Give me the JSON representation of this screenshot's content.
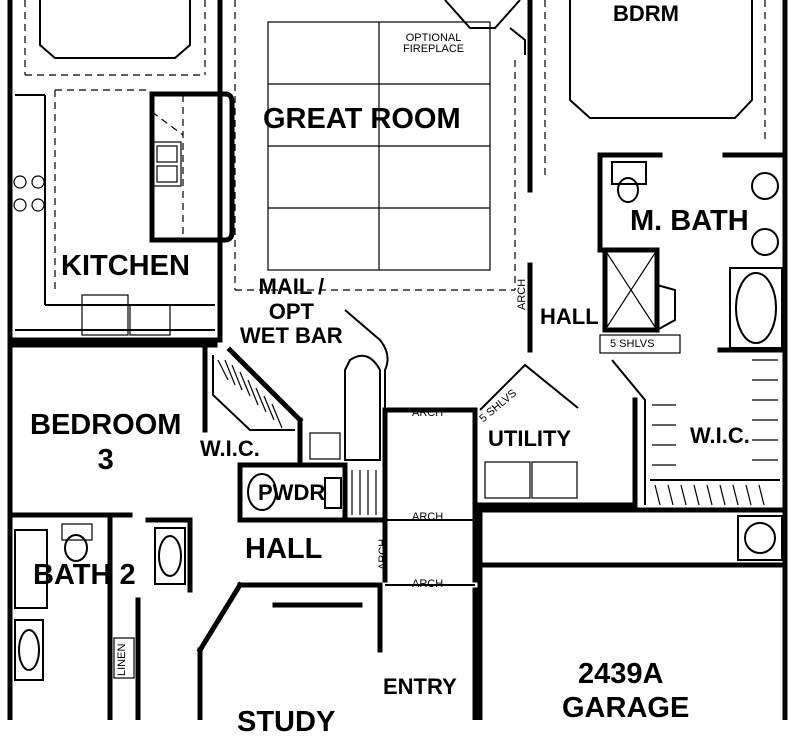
{
  "rooms": {
    "bdrm": "BDRM",
    "optional_fireplace": "OPTIONAL\nFIREPLACE",
    "great_room": "GREAT ROOM",
    "kitchen": "KITCHEN",
    "mail_wet_bar": "MAIL /\nOPT\nWET BAR",
    "master_bath": "M. BATH",
    "hall_right": "HALL",
    "arch_vertical": "ARCH",
    "shelves_master": "5 SHLVS",
    "bedroom3": "BEDROOM\n3",
    "wic_left": "W.I.C.",
    "arch_1": "ARCH",
    "shelves_utility": "5 SHLVS",
    "utility": "UTILITY",
    "wic_right": "W.I.C.",
    "pwdr": "PWDR",
    "arch_2": "ARCH",
    "hall_center": "HALL",
    "arch_left_vertical": "ARCH",
    "bath2": "BATH 2",
    "arch_3": "ARCH",
    "linen": "LINEN",
    "entry": "ENTRY",
    "study": "STUDY",
    "garage_code": "2439A",
    "garage": "GARAGE"
  }
}
